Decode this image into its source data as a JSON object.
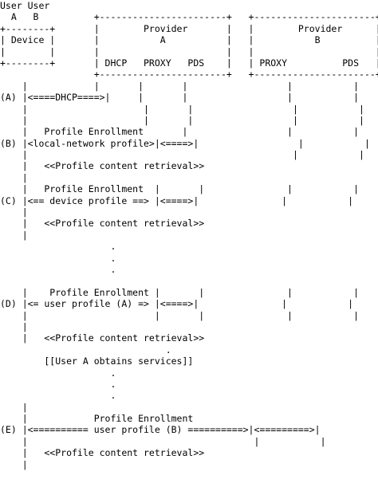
{
  "diagram": {
    "lines": [
      "User User",
      "  A   B          +-----------------------+   +----------------------+",
      "+--------+       |        Provider       |   |        Provider      |",
      "| Device |       |           A           |   |           B          |",
      "|        |       |                       |   |                      |",
      "+--------+       | DHCP   PROXY   PDS    |   | PROXY          PDS   |",
      "                 +-----------------------+   +----------------------+",
      "    |            |       |       |                  |           |",
      "(A) |<====DHCP====>|     |       |                  |           |",
      "    |                     |       |                  |           |",
      "    |                     |       |                  |           |",
      "    |   Profile Enrollment       |                  |           |",
      "(B) |<local-network profile>|<====>|                  |           |",
      "    |                                                |           |",
      "    |   <<Profile content retrieval>>",
      "    |",
      "    |   Profile Enrollment  |       |               |           |",
      "(C) |<== device profile ==> |<====>|               |           |",
      "    |                                              ",
      "    |   <<Profile content retrieval>>",
      "    |",
      "                    .",
      "                    .",
      "                    .",
      "",
      "    |    Profile Enrollment |       |               |           |",
      "(D) |<= user profile (A) => |<====>|               |           |",
      "    |                       |       |               |           |",
      "    |",
      "    |   <<Profile content retrieval>>",
      "                              .",
      "        [[User A obtains services]]",
      "                    .",
      "                    .",
      "                    .",
      "    |",
      "    |            Profile Enrollment",
      "(E) |<========== user profile (B) ==========>|<=========>|",
      "    |                                         |           |",
      "    |   <<Profile content retrieval>>",
      "    |"
    ]
  }
}
